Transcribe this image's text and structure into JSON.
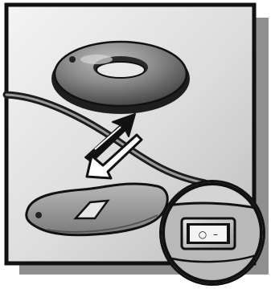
{
  "illustration": {
    "subjects": [
      "inflated-ring",
      "deflated-ring",
      "swap-arrows",
      "power-switch-magnifier"
    ],
    "switch_glyphs": {
      "off": "○",
      "on": "–"
    },
    "colors": {
      "background": "#ffffff",
      "panel_light": "#f2f2f2",
      "panel_dark": "#c4c4c4",
      "shadow": "#8a8a8a",
      "outline": "#111111",
      "ring_dark": "#4a4a4a",
      "ring_light": "#9a9a9a",
      "switch_body": "#cfcfcf"
    }
  }
}
